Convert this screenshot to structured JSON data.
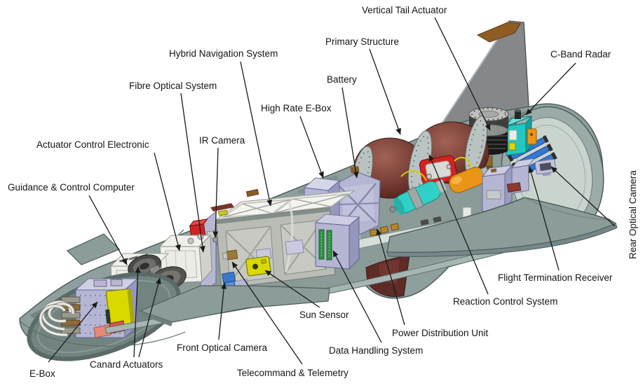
{
  "figure": {
    "type": "cutaway-component-diagram",
    "subject": "Winged experimental re-entry vehicle internal equipment layout",
    "background": "#ffffff"
  },
  "labels": {
    "vertical_tail_actuator": "Vertical Tail Actuator",
    "primary_structure": "Primary Structure",
    "c_band_radar": "C-Band Radar",
    "hybrid_navigation_system": "Hybrid Navigation System",
    "battery": "Battery",
    "fibre_optical_system": "Fibre Optical System",
    "high_rate_e_box": "High Rate E-Box",
    "actuator_control_electronic": "Actuator Control Electronic",
    "ir_camera": "IR Camera",
    "guidance_control_computer": "Guidance & Control Computer",
    "rear_optical_camera": "Rear Optical Camera",
    "flight_termination_receiver": "Flight Termination Receiver",
    "reaction_control_system": "Reaction Control System",
    "sun_sensor": "Sun Sensor",
    "power_distribution_unit": "Power Distribution Unit",
    "front_optical_camera": "Front Optical Camera",
    "data_handling_system": "Data Handling System",
    "e_box": "E-Box",
    "canard_actuators": "Canard Actuators",
    "telecommand_telemetry": "Telecommand & Telemetry"
  },
  "colors": {
    "fuselage_shell": "#8ea09e",
    "shell_outline": "#4f5f5d",
    "interior_wall": "#758785",
    "tail_fin_gray": "#85888a",
    "fin_tip_brown": "#8f5c22",
    "tank_maroon": "#7a3f36",
    "red_frame": "#d32222",
    "teal_cylinder": "#2fd0c6",
    "orange_cylinder": "#ea9517",
    "c_band_teal": "#23c6c2",
    "blue_tubes": "#3578ce",
    "equipment_lavender": "#b5b6d3",
    "equipment_white": "#efefea",
    "yellow_panel": "#d9d900",
    "leader_line": "#1a1a1a"
  }
}
